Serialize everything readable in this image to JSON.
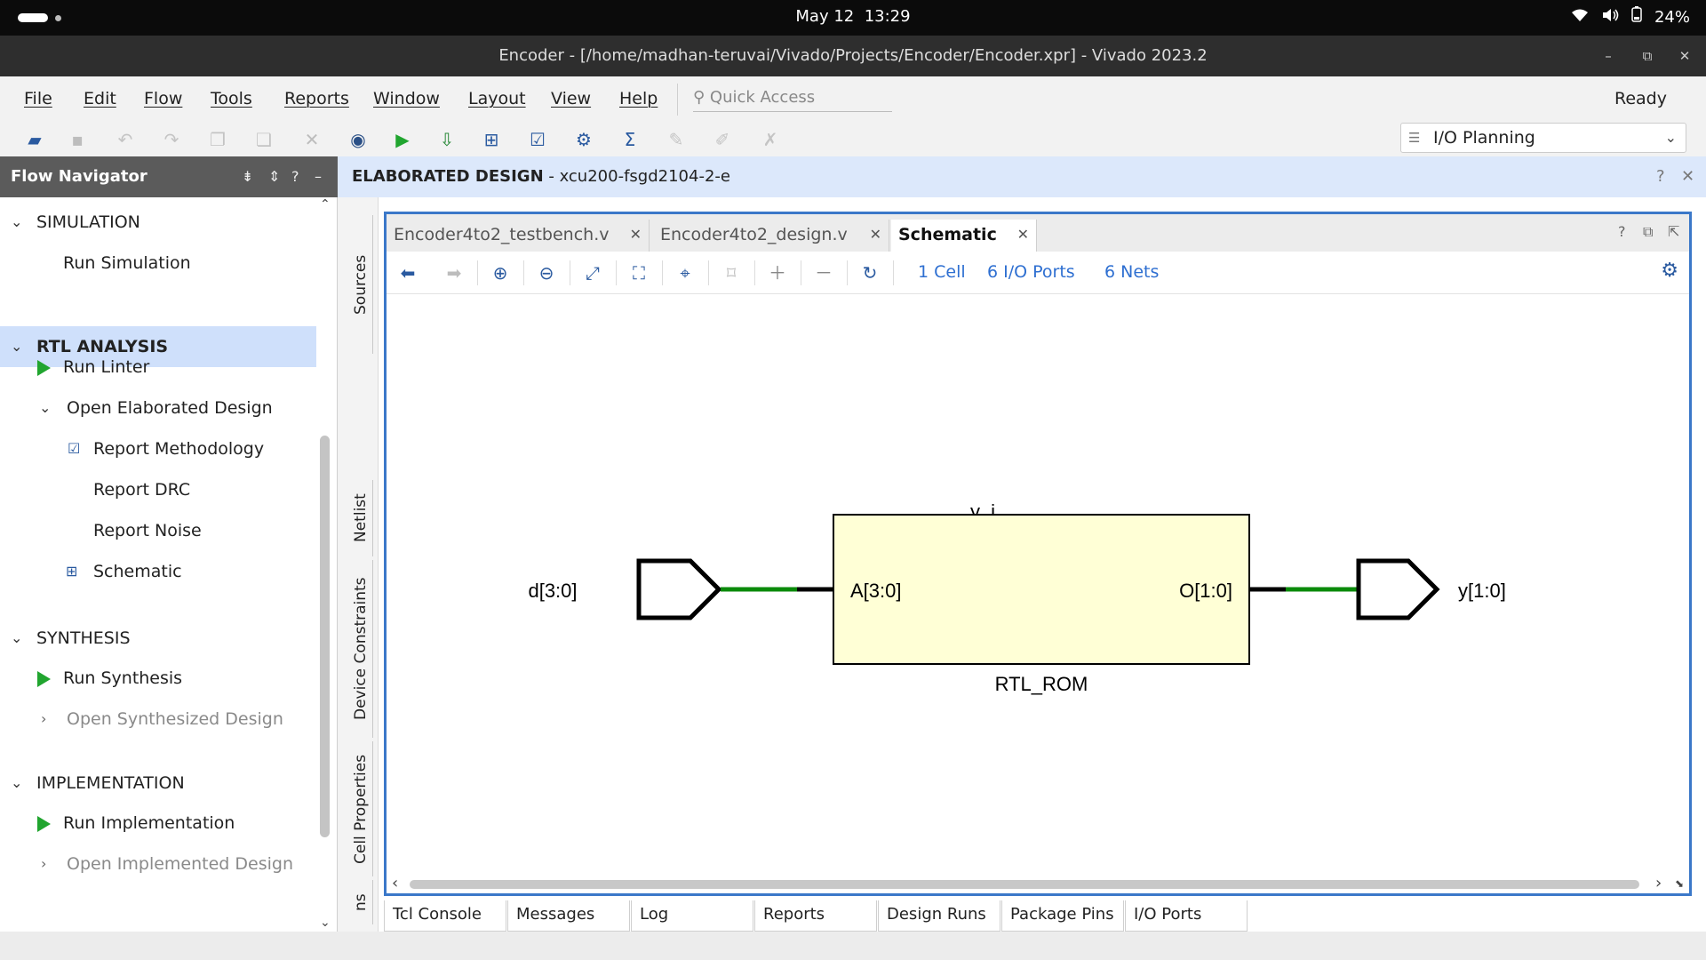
{
  "system_bar": {
    "date": "May 12",
    "time": "13:29",
    "battery": "24%"
  },
  "window": {
    "title": "Encoder - [/home/madhan-teruvai/Vivado/Projects/Encoder/Encoder.xpr] - Vivado 2023.2"
  },
  "menu": {
    "items": [
      "File",
      "Edit",
      "Flow",
      "Tools",
      "Reports",
      "Window",
      "Layout",
      "View",
      "Help"
    ],
    "quick_access_placeholder": "Quick Access",
    "status": "Ready"
  },
  "toolbar": {
    "layout_select": "I/O Planning"
  },
  "flow_navigator": {
    "title": "Flow Navigator",
    "sections": [
      {
        "label": "SIMULATION",
        "items": [
          {
            "label": "Run Simulation"
          }
        ]
      },
      {
        "label": "RTL ANALYSIS",
        "items": [
          {
            "label": "Run Linter"
          },
          {
            "label": "Open Elaborated Design"
          },
          {
            "label": "Report Methodology"
          },
          {
            "label": "Report DRC"
          },
          {
            "label": "Report Noise"
          },
          {
            "label": "Schematic"
          }
        ]
      },
      {
        "label": "SYNTHESIS",
        "items": [
          {
            "label": "Run Synthesis"
          },
          {
            "label": "Open Synthesized Design"
          }
        ]
      },
      {
        "label": "IMPLEMENTATION",
        "items": [
          {
            "label": "Run Implementation"
          },
          {
            "label": "Open Implemented Design"
          }
        ]
      }
    ]
  },
  "main_header": {
    "title": "ELABORATED DESIGN",
    "part": " - xcu200-fsgd2104-2-e"
  },
  "side_tabs": [
    "Sources",
    "Netlist",
    "Device Constraints",
    "Cell Properties",
    "ns"
  ],
  "doc_tabs": [
    {
      "label": "Encoder4to2_testbench.v"
    },
    {
      "label": "Encoder4to2_design.v"
    },
    {
      "label": "Schematic"
    }
  ],
  "schematic_toolbar": {
    "cells": "1 Cell",
    "io_ports": "6 I/O Ports",
    "nets": "6 Nets"
  },
  "schematic": {
    "cell_name": "y_i",
    "cell_type": "RTL_ROM",
    "in_pin": "A[3:0]",
    "out_pin": "O[1:0]",
    "input_port": "d[3:0]",
    "output_port": "y[1:0]",
    "colors": {
      "cell_fill": "#ffffd6",
      "net": "#0a8a0a",
      "wire": "#000000"
    }
  },
  "bottom_tabs": [
    "Tcl Console",
    "Messages",
    "Log",
    "Reports",
    "Design Runs",
    "Package Pins",
    "I/O Ports"
  ]
}
